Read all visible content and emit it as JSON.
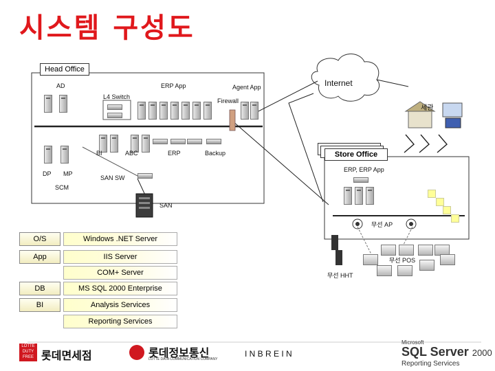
{
  "title": "시스템 구성도",
  "head_office": "Head Office",
  "labels": {
    "ad": "AD",
    "erp_app": "ERP App",
    "agent_app": "Agent App",
    "internet": "Internet",
    "l4_switch": "L4 Switch",
    "firewall": "Firewall",
    "customs": "세관",
    "bi": "BI",
    "abc": "ABC",
    "erp": "ERP",
    "backup": "Backup",
    "store_office": "Store Office",
    "erp_erp_app": "ERP, ERP App",
    "dp": "DP",
    "mp": "MP",
    "san_sw": "SAN SW",
    "scm": "SCM",
    "san": "SAN",
    "wireless_ap": "무선 AP",
    "wireless_pos": "무선 POS",
    "wireless_hht": "무선 HHT"
  },
  "stack": [
    {
      "layer": "O/S",
      "items": [
        "Windows .NET Server"
      ]
    },
    {
      "layer": "App",
      "items": [
        "IIS Server",
        "COM+ Server"
      ]
    },
    {
      "layer": "DB",
      "items": [
        "MS SQL 2000 Enterprise"
      ]
    },
    {
      "layer": "BI",
      "items": [
        "Analysis Services",
        "Reporting Services"
      ]
    }
  ],
  "logos": {
    "lotte_duty_free_badge": "LOTTE DUTY FREE",
    "lotte_duty_free_text": "롯데면세점",
    "lotte_data_comm": "롯데정보통신",
    "lotte_data_comm_en": "LOTTE DATA COMMUNICATION COMPANY",
    "inbrein": "I N B R E I N",
    "microsoft": "Microsoft",
    "sql_server": "SQL Server",
    "sql_year": "2000",
    "reporting_services": "Reporting Services"
  }
}
